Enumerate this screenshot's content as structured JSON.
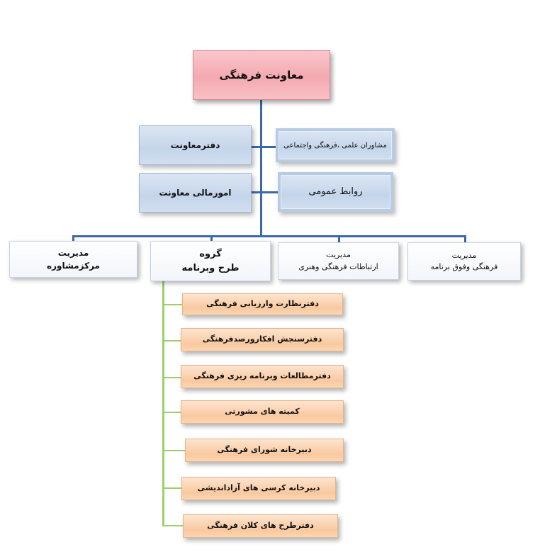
{
  "root": {
    "label": "معاونت فرهنگی"
  },
  "side_units": {
    "office": "دفترمعاونت",
    "finance": "امورمالی معاونت",
    "advisors": "مشاوران علمی ،فرهنگی واجتماعی",
    "public_relations": "روابط عمومی"
  },
  "departments": [
    {
      "line1": "مدیریت",
      "line2": "مرکزمشاوره"
    },
    {
      "line1": "گروه",
      "line2": "طرح وبرنامه"
    },
    {
      "line1": "مدیریت",
      "line2": "ارتباطات فرهنگی وهنری"
    },
    {
      "line1": "مدیریت",
      "line2": "فرهنگی وفوق برنامه"
    }
  ],
  "sub_offices": [
    "دفترنظارت وارزیابی فرهنگی",
    "دفترسنجش افکارورصدفرهنگی",
    "دفترمطالعات وبرنامه ریزی فرهنگی",
    "کمیته های مشورتی",
    "دبیرخانه شورای فرهنگی",
    "دبیرخانه کرسی های آزاداندیشی",
    "دفترطرح های کلان فرهنگی"
  ],
  "colors": {
    "root_fill": "#f4a9b0",
    "unit_fill": "#c4d5ea",
    "sub_office_fill": "#f9c99f",
    "connector_main": "#3b68a8",
    "connector_sub": "#9ccf6a"
  }
}
